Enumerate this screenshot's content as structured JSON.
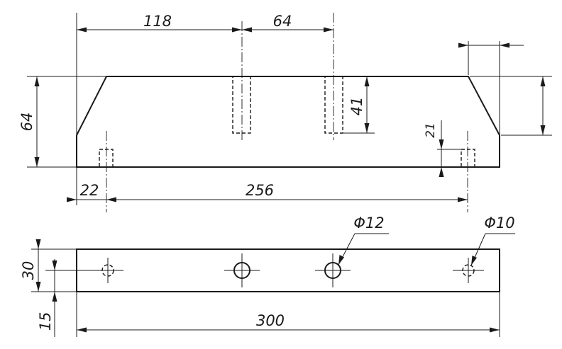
{
  "drawing": {
    "front_view": {
      "dims": {
        "d118": "118",
        "d64_top": "64",
        "d64_left": "64",
        "d41": "41",
        "d21": "21",
        "d22": "22",
        "d256": "256"
      }
    },
    "top_view": {
      "dims": {
        "d30": "30",
        "d15": "15",
        "d300": "300",
        "phi12": "Φ12",
        "phi10": "Φ10"
      }
    }
  }
}
